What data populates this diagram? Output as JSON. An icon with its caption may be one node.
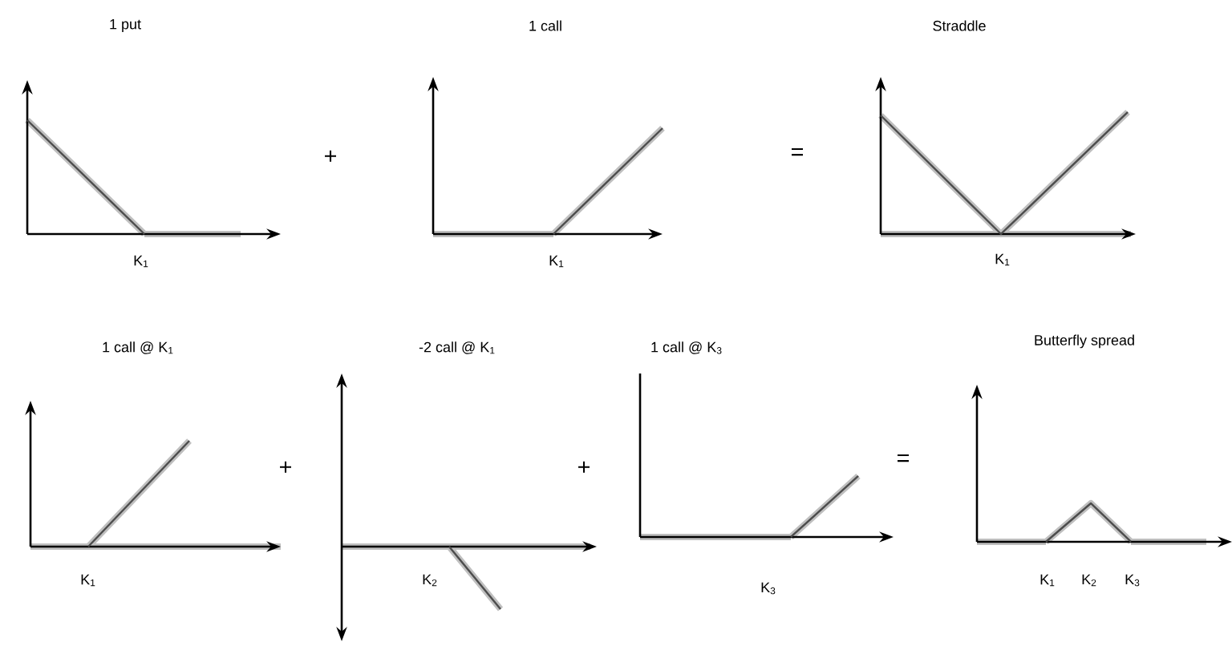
{
  "diagram": {
    "labels": [
      "1 put",
      "1 call",
      "Straddle",
      "+",
      "=",
      "K$_{1}$",
      "K$_{1}$",
      "K$_{1}$",
      "1 call @ K$_{1}$",
      "-2 call @ K$_{1}$",
      "1 call @ K$_{3}$",
      "Butterfly spread",
      "+",
      "+",
      "=",
      "K$_{1}$",
      "K$_{2}$",
      "K$_{3}$",
      "K$_{1}$",
      "K$_{2}$",
      "K$_{3}$"
    ]
  }
}
